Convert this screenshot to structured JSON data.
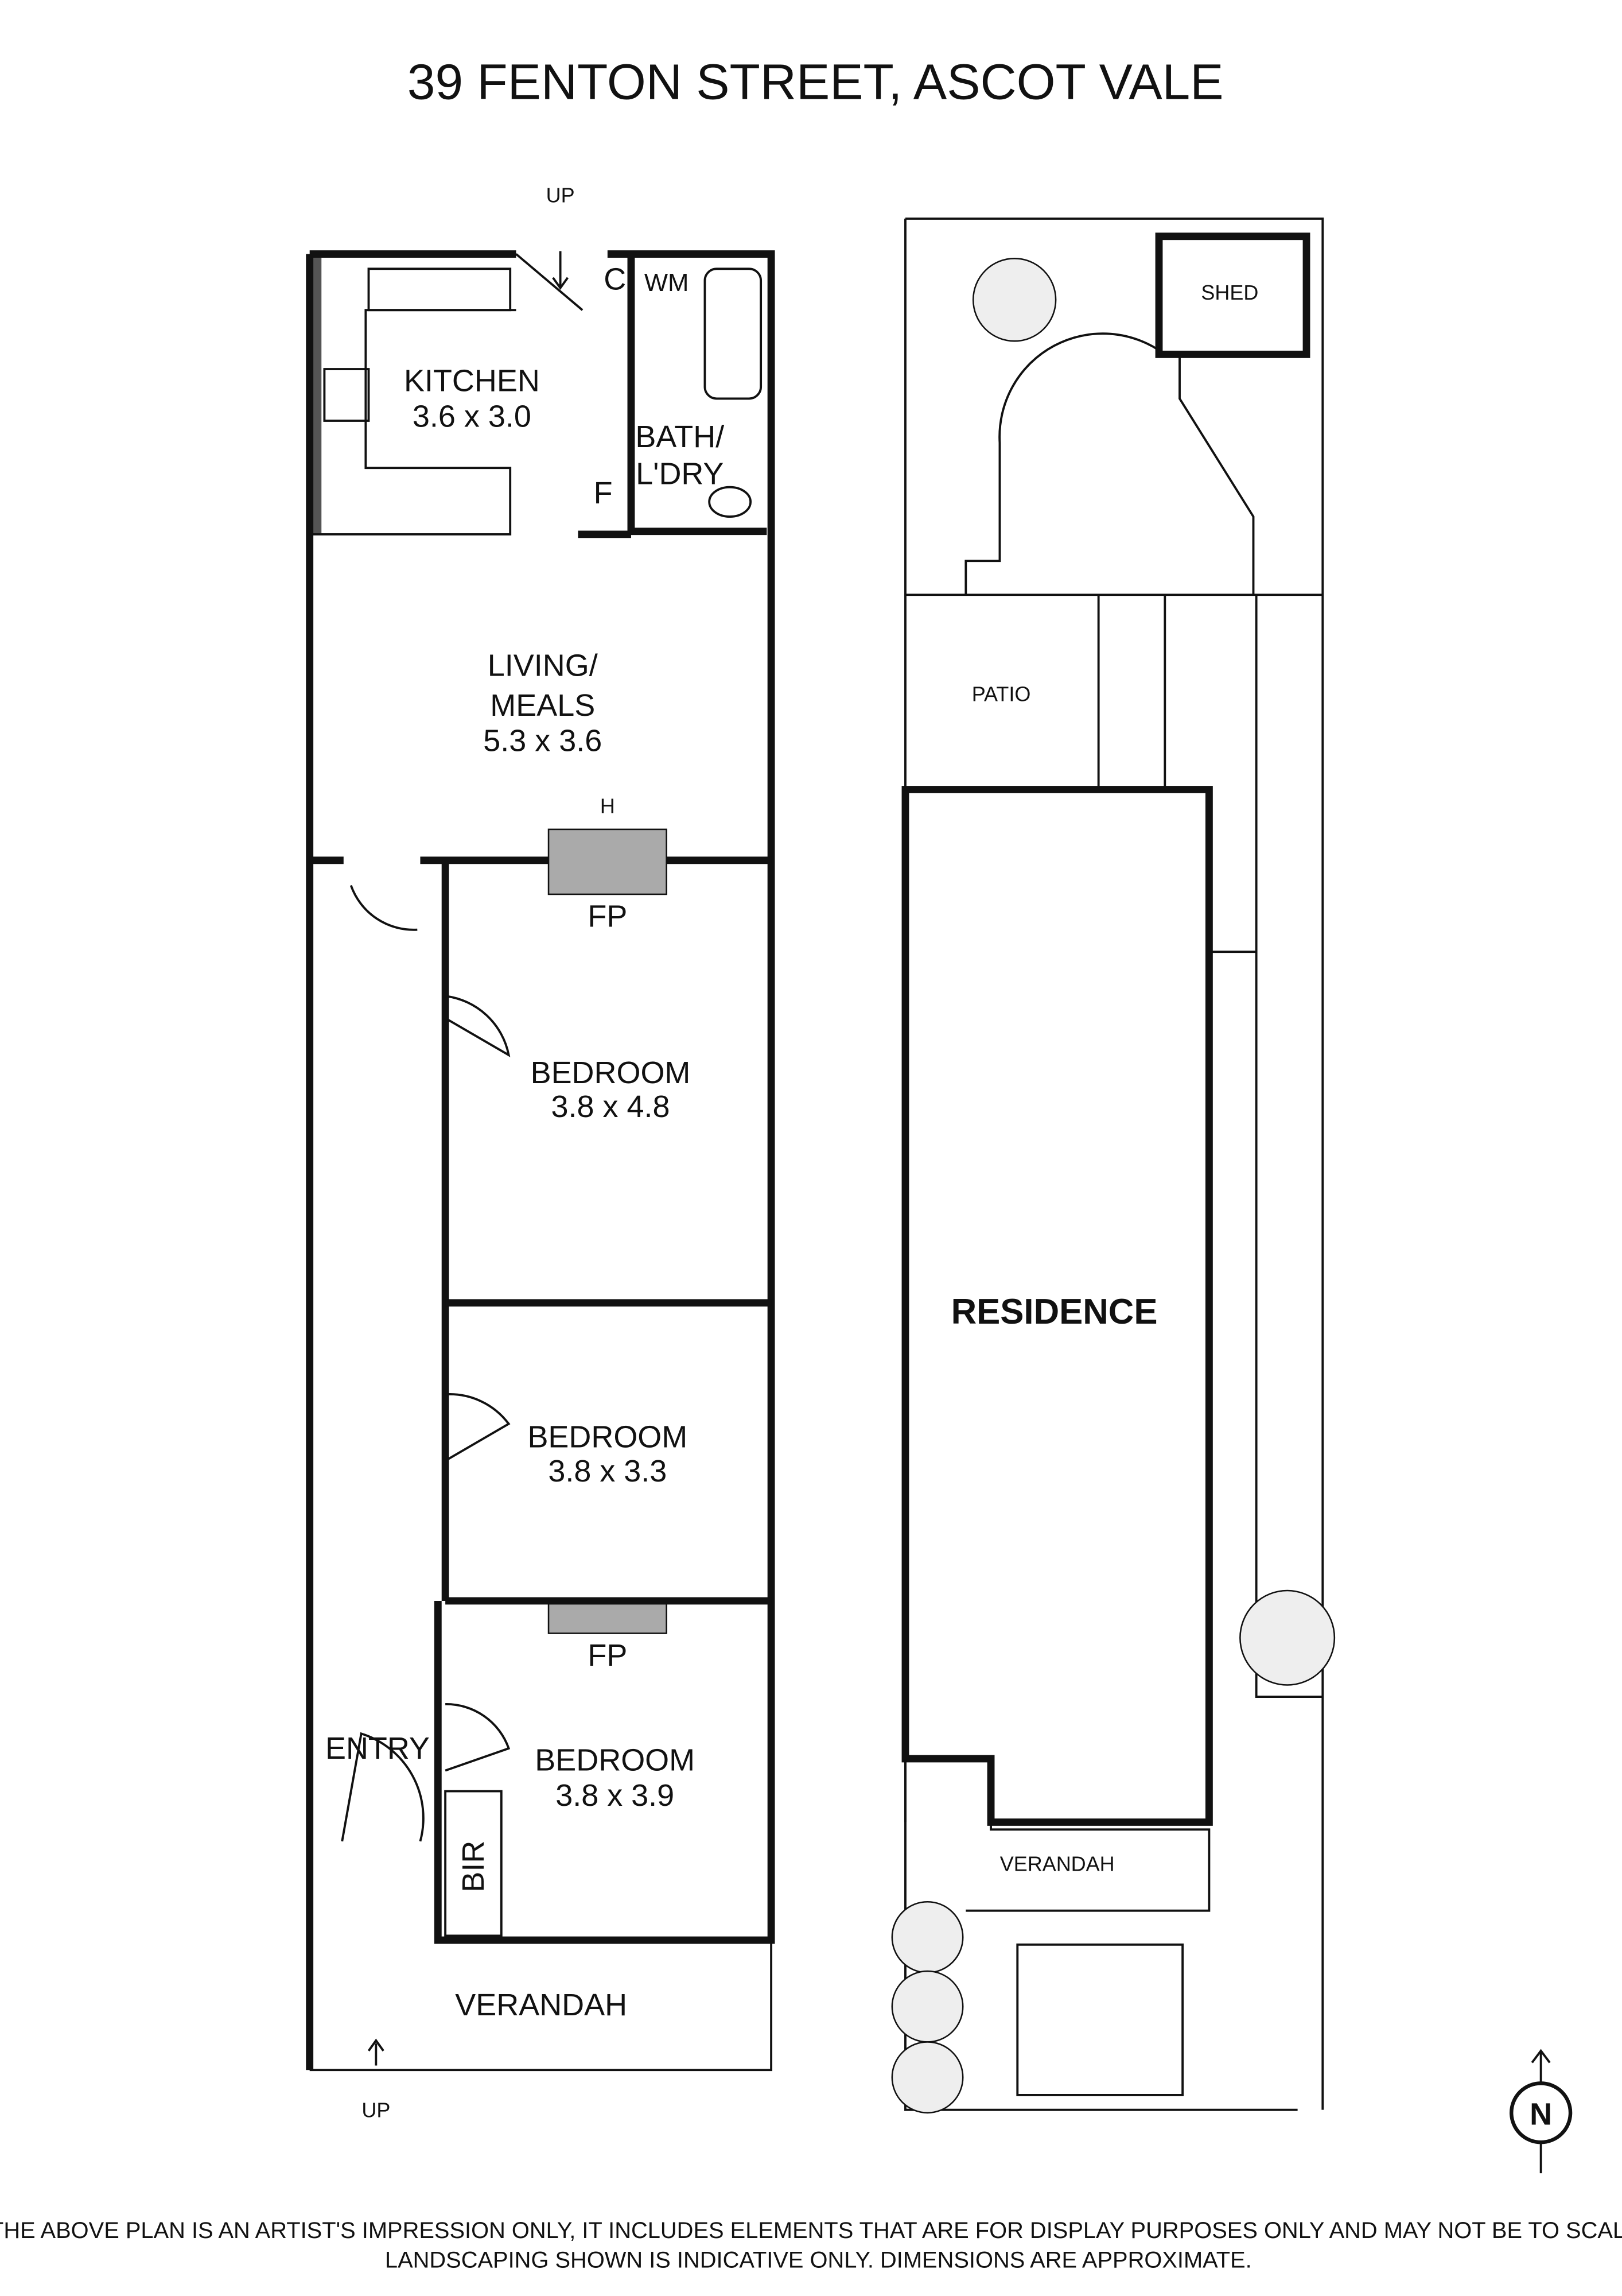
{
  "title": "39 FENTON STREET, ASCOT VALE",
  "floor_plan": {
    "rooms": [
      {
        "name": "KITCHEN",
        "size": "3.6 x 3.0"
      },
      {
        "name": "LIVING/",
        "name2": "MEALS",
        "size": "5.3 x 3.6"
      },
      {
        "name": "BEDROOM",
        "size": "3.8 x 4.8"
      },
      {
        "name": "BEDROOM",
        "size": "3.8 x 3.3"
      },
      {
        "name": "BEDROOM",
        "size": "3.8 x 3.9"
      }
    ],
    "bath": {
      "line1": "BATH/",
      "line2": "L'DRY"
    },
    "labels": {
      "wm": "WM",
      "c": "C",
      "f": "F",
      "fp1": "FP",
      "fp2": "FP",
      "h": "H",
      "entry": "ENTRY",
      "bir": "BIR",
      "verandah": "VERANDAH",
      "up_top": "UP",
      "up_bottom": "UP"
    }
  },
  "site_plan": {
    "shed": "SHED",
    "patio": "PATIO",
    "residence": "RESIDENCE",
    "verandah": "VERANDAH"
  },
  "compass": {
    "label": "N"
  },
  "disclaimer": {
    "line1": "THE ABOVE PLAN IS AN ARTIST'S IMPRESSION ONLY, IT INCLUDES ELEMENTS THAT ARE FOR DISPLAY PURPOSES ONLY AND MAY NOT BE TO SCALE.",
    "line2": "LANDSCAPING SHOWN IS INDICATIVE ONLY. DIMENSIONS ARE APPROXIMATE."
  }
}
